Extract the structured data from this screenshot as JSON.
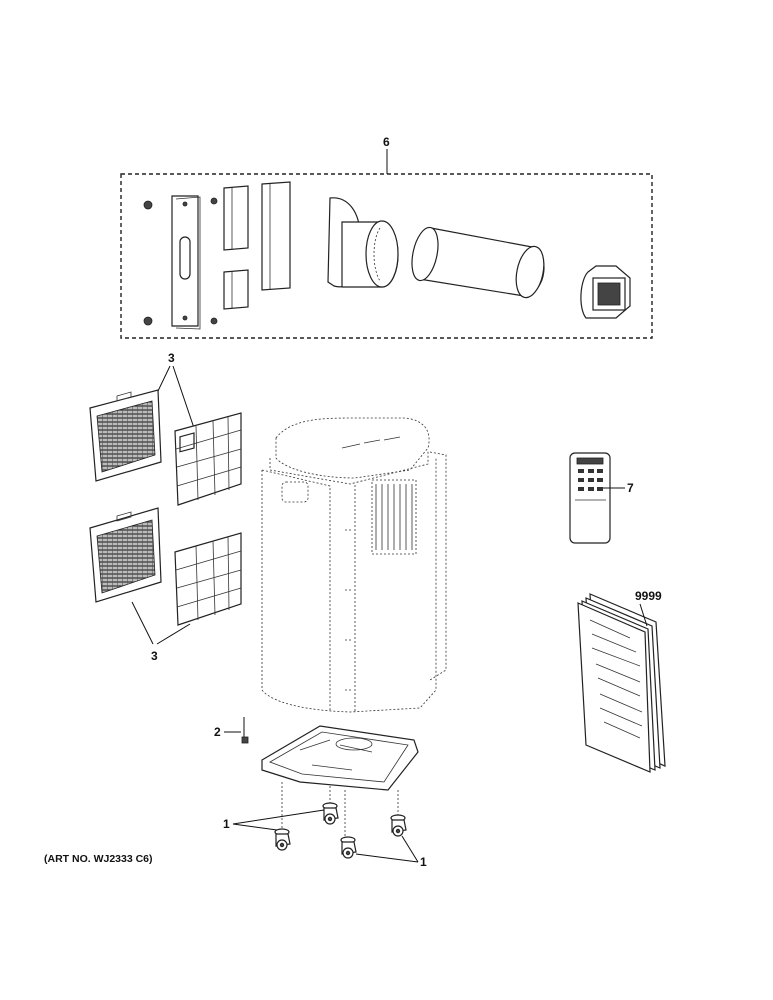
{
  "diagram": {
    "callouts": {
      "kit": "6",
      "filters_top": "3",
      "filters_bottom": "3",
      "remote": "7",
      "manual": "9999",
      "drain": "2",
      "casters_left": "1",
      "casters_right": "1"
    },
    "art_number": "(ART NO. WJ2333 C6)"
  }
}
